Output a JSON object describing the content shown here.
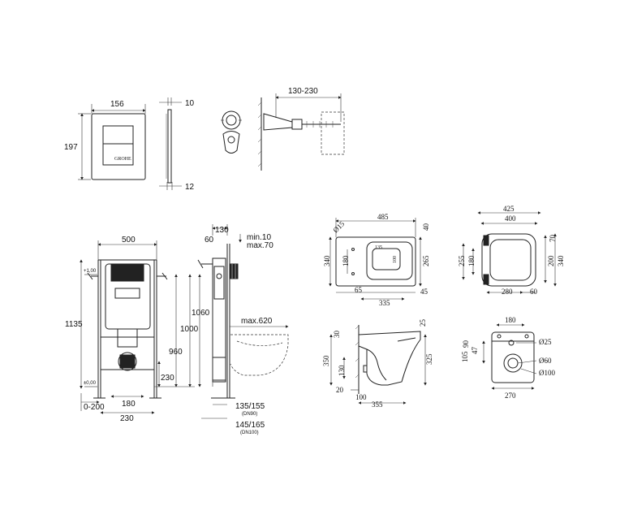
{
  "plate": {
    "width": "156",
    "height": "197",
    "depth_top": "10",
    "depth_bottom": "12",
    "brand": "GROHE"
  },
  "adjust": {
    "range": "130-230"
  },
  "frame": {
    "width": "500",
    "height": "1135",
    "plus_one": "+1,00",
    "zero": "±0,00",
    "h_1000": "1000",
    "h_960": "960",
    "h_230": "230",
    "bottom_range": "0-200",
    "bottom_180": "180",
    "bottom_230": "230"
  },
  "side": {
    "top_130": "130",
    "top_60": "60",
    "min": "min.10",
    "max": "max.70",
    "h_1060": "1060",
    "max_620": "max.620",
    "dn90_size": "135/155",
    "dn90": "(DN90)",
    "dn100_size": "145/165",
    "dn100": "(DN100)"
  },
  "bowl_top": {
    "d15": "Ø15",
    "w485": "485",
    "d40": "40",
    "h340": "340",
    "h180": "180",
    "w135": "135",
    "w100": "100",
    "h265": "265",
    "w65": "65",
    "w335": "335",
    "w45": "45"
  },
  "seat_top": {
    "w425": "425",
    "w400": "400",
    "d70": "70",
    "h255": "255",
    "h180": "180",
    "h200": "200",
    "h340": "340",
    "w280": "280",
    "w60": "60"
  },
  "bowl_side": {
    "h30": "30",
    "h25": "25",
    "h350": "350",
    "h130": "130",
    "h325": "325",
    "w20": "20",
    "w100": "100",
    "w355": "355"
  },
  "bowl_front": {
    "w180": "180",
    "h90": "90",
    "h105": "105",
    "h47": "47",
    "d25": "Ø25",
    "d60": "Ø60",
    "d100": "Ø100",
    "w270": "270"
  }
}
